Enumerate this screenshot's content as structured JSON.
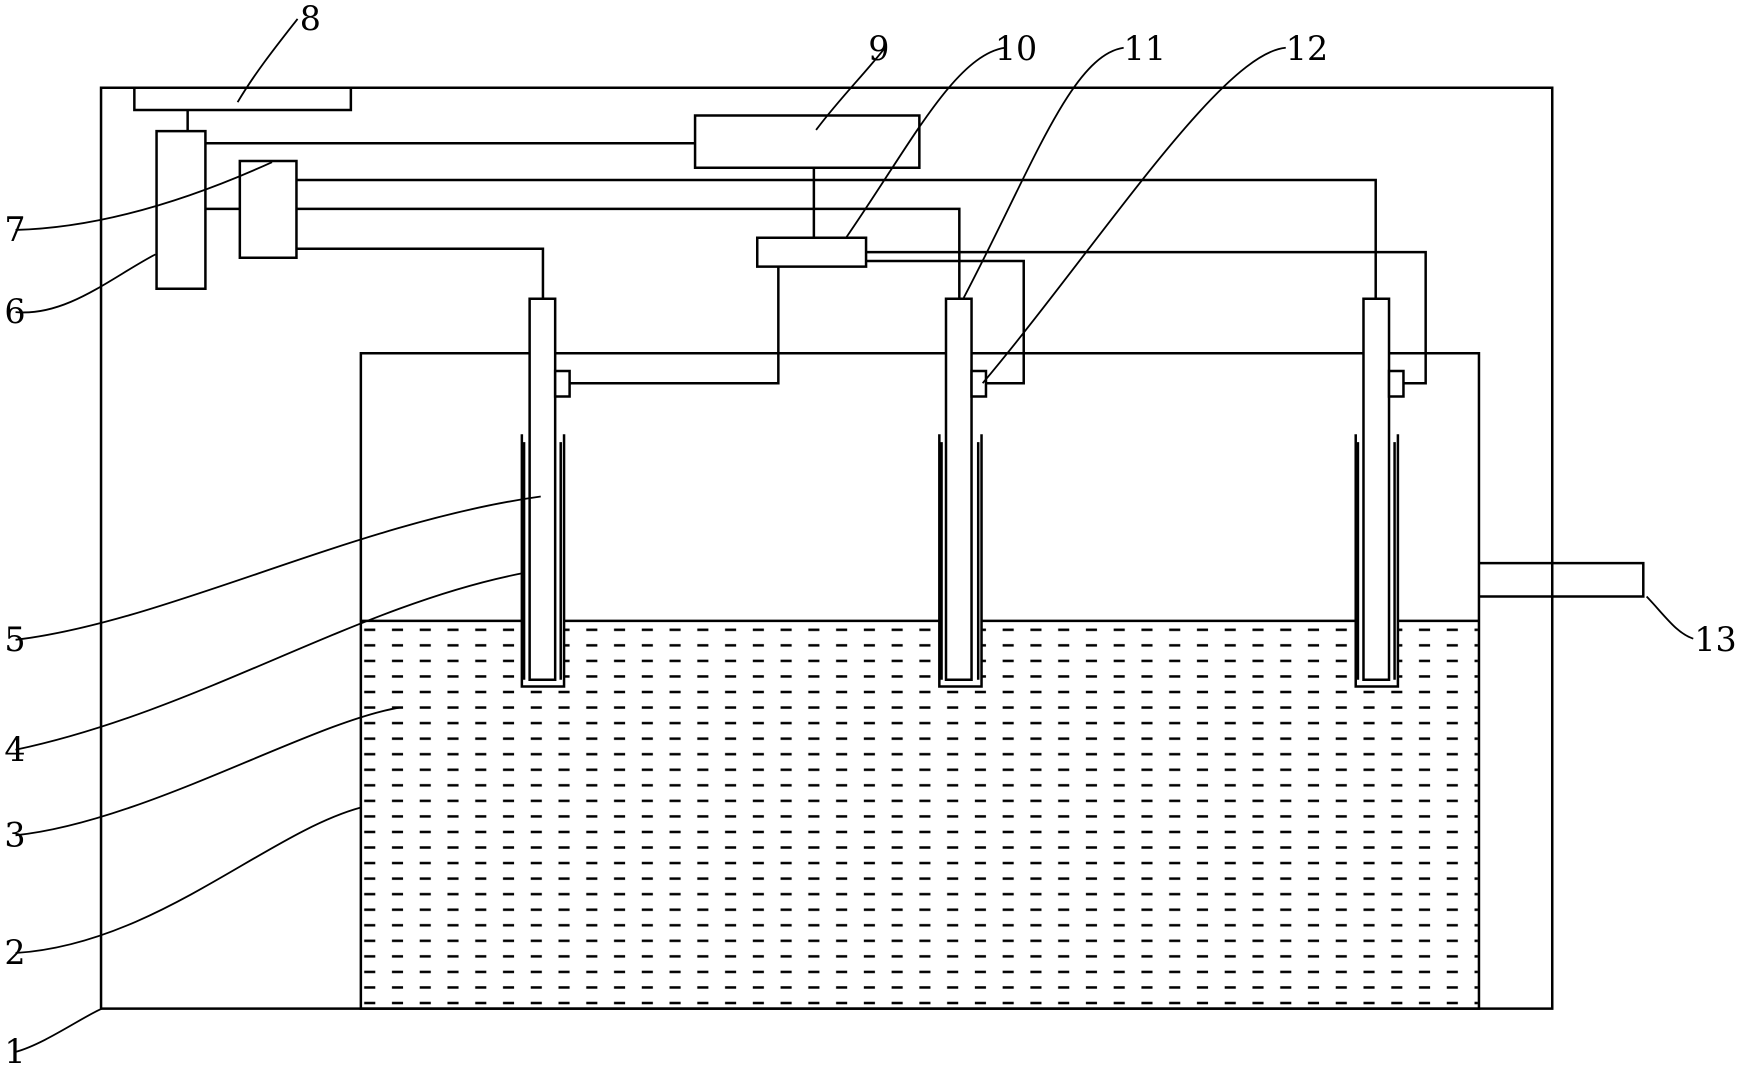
{
  "figure": {
    "labels": [
      "1",
      "2",
      "3",
      "4",
      "5",
      "6",
      "7",
      "8",
      "9",
      "10",
      "11",
      "12",
      "13"
    ]
  }
}
